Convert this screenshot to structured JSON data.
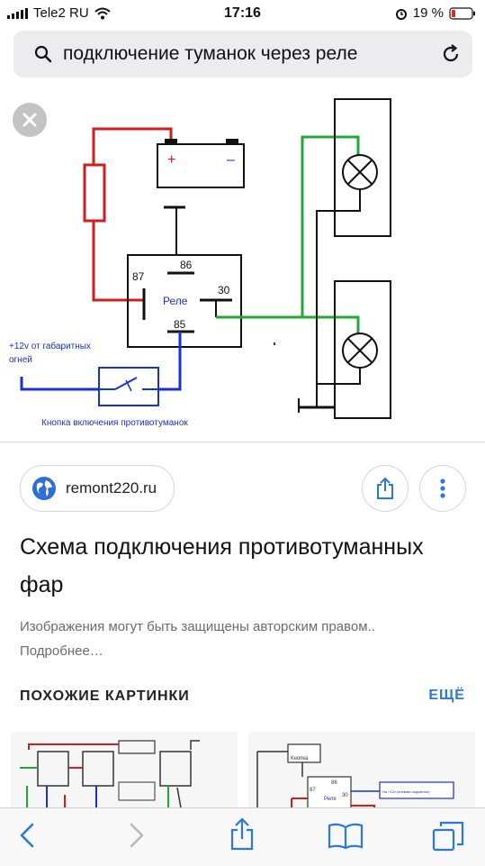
{
  "status_bar": {
    "carrier": "Tele2 RU",
    "time": "17:16",
    "battery": "19 %",
    "battery_level": 0.19
  },
  "address_bar": {
    "query": "подключение туманок через реле"
  },
  "diagram": {
    "label_plus": "+",
    "label_minus": "–",
    "pin_87": "87",
    "pin_86": "86",
    "pin_30": "30",
    "pin_85": "85",
    "relay_label": "Реле",
    "source_line1": "+12v от габаритных",
    "source_line2": "огней",
    "button_caption": "Кнопка включения противотуманок"
  },
  "result": {
    "source": "remont220.ru",
    "title": "Схема подключения противотуманных фар",
    "copyright_text": "Изображения могут быть защищены авторским правом.. Подробнее…"
  },
  "similar": {
    "heading": "ПОХОЖИЕ КАРТИНКИ",
    "more_label": "ЕЩЁ",
    "thumb2_button": "Кнопка",
    "thumb2_relay": "Реле",
    "thumb2_pin86": "86",
    "thumb2_pin87": "87",
    "thumb2_pin30": "30",
    "thumb2_note": "На +12v (клемма подсветки)"
  },
  "colors": {
    "wire_red": "#d01e1e",
    "wire_green": "#22a83a",
    "wire_blue": "#1c2fd0",
    "accent": "#2a79d6"
  }
}
